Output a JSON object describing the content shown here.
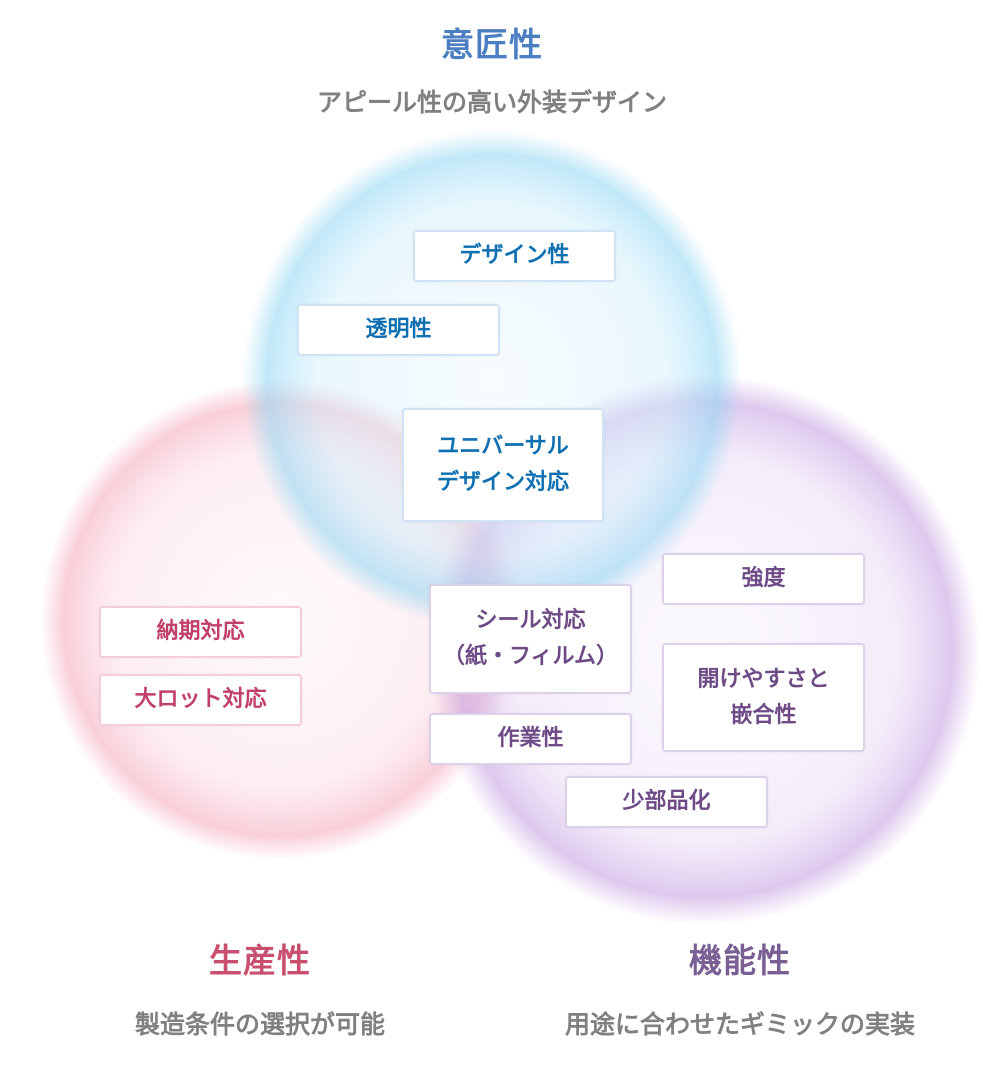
{
  "colors": {
    "design": "#4c7fc2",
    "production": "#c8506e",
    "function": "#7a5f95",
    "subtitle": "#808080",
    "design_circle": "#5ec2ec",
    "production_circle": "#f08fa6",
    "function_circle": "#b585d8"
  },
  "circles": {
    "design": {
      "title": "意匠性",
      "subtitle": "アピール性の高い外装デザイン"
    },
    "production": {
      "title": "生産性",
      "subtitle": "製造条件の選択が可能"
    },
    "function": {
      "title": "機能性",
      "subtitle": "用途に合わせたギミックの実装"
    }
  },
  "tags": {
    "design_property": "デザイン性",
    "transparency": "透明性",
    "universal_design": "ユニバーサル\nデザイン対応",
    "strength": "強度",
    "seal": "シール対応\n（紙・フィルム）",
    "easy_open": "開けやすさと\n嵌合性",
    "workability": "作業性",
    "fewer_parts": "少部品化",
    "delivery": "納期対応",
    "large_lot": "大ロット対応"
  }
}
